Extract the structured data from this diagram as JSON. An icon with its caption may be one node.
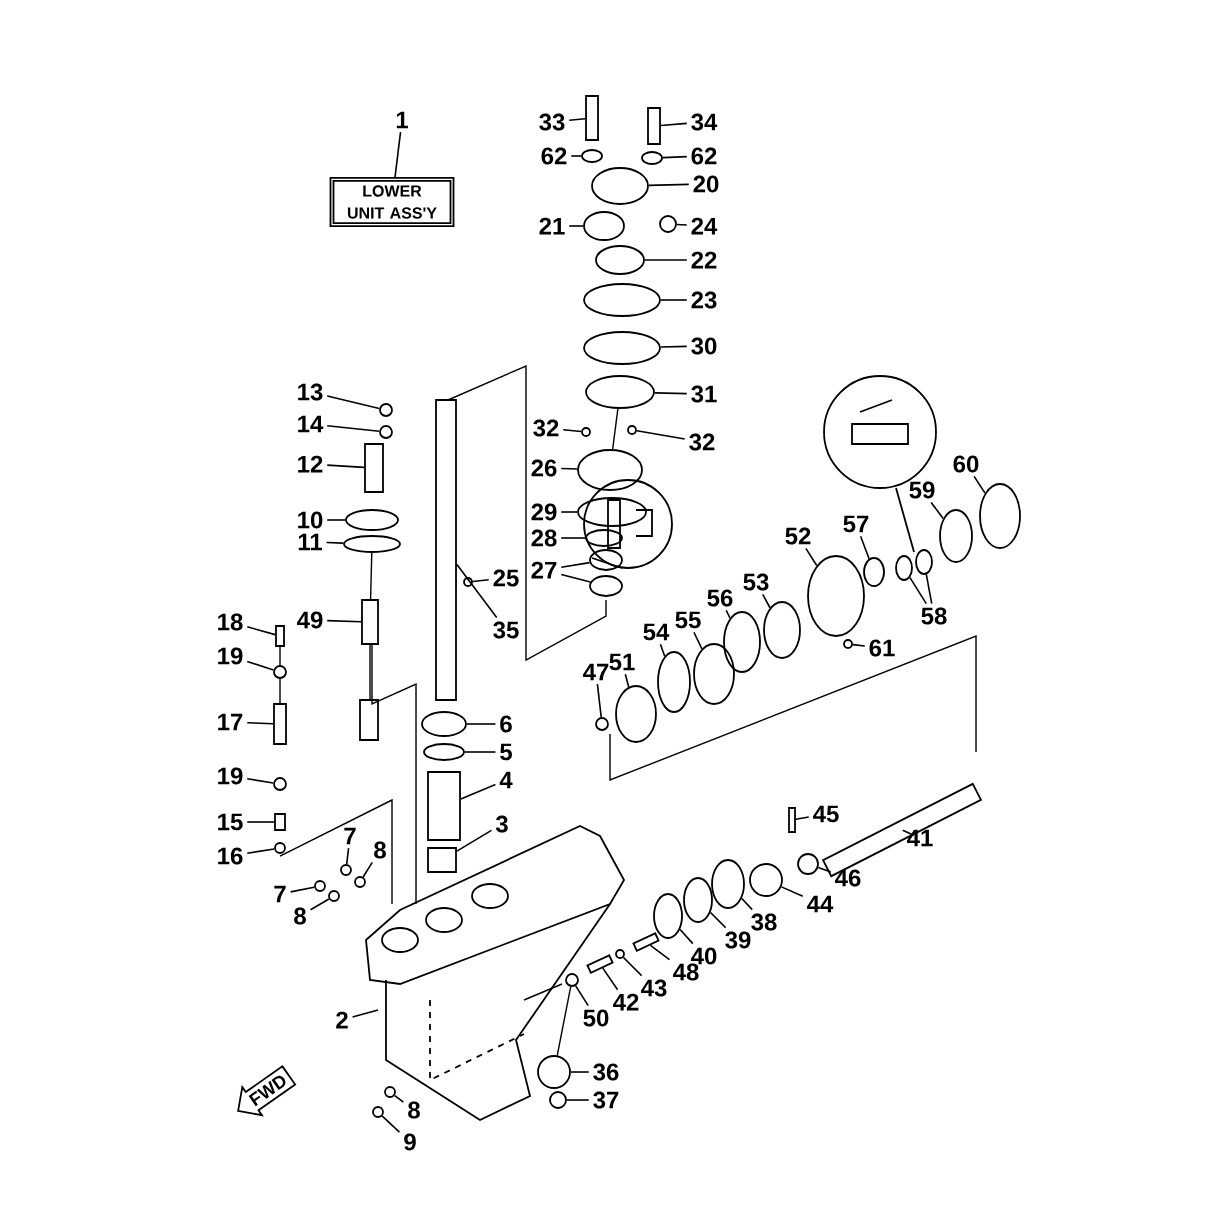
{
  "diagram": {
    "nodes": [
      {
        "text": [
          "1"
        ]
      },
      {
        "text": [
          "LOWER UNIT ASS'Y"
        ]
      },
      {
        "text": [
          "33"
        ]
      },
      {
        "text": [
          "34"
        ]
      },
      {
        "text": [
          "62"
        ]
      },
      {
        "text": [
          "62"
        ]
      },
      {
        "text": [
          "20"
        ]
      },
      {
        "text": [
          "21"
        ]
      },
      {
        "text": [
          "24"
        ]
      },
      {
        "text": [
          "22"
        ]
      },
      {
        "text": [
          "23"
        ]
      },
      {
        "text": [
          "30"
        ]
      },
      {
        "text": [
          "31"
        ]
      },
      {
        "text": [
          "32"
        ]
      },
      {
        "text": [
          "32"
        ]
      },
      {
        "text": [
          "26"
        ]
      },
      {
        "text": [
          "29"
        ]
      },
      {
        "text": [
          "28"
        ]
      },
      {
        "text": [
          "27"
        ]
      },
      {
        "text": [
          "25"
        ]
      },
      {
        "text": [
          "35"
        ]
      },
      {
        "text": [
          "13"
        ]
      },
      {
        "text": [
          "14"
        ]
      },
      {
        "text": [
          "12"
        ]
      },
      {
        "text": [
          "10"
        ]
      },
      {
        "text": [
          "11"
        ]
      },
      {
        "text": [
          "49"
        ]
      },
      {
        "text": [
          "18"
        ]
      },
      {
        "text": [
          "19"
        ]
      },
      {
        "text": [
          "17"
        ]
      },
      {
        "text": [
          "19"
        ]
      },
      {
        "text": [
          "15"
        ]
      },
      {
        "text": [
          "16"
        ]
      },
      {
        "text": [
          "7"
        ]
      },
      {
        "text": [
          "8"
        ]
      },
      {
        "text": [
          "7"
        ]
      },
      {
        "text": [
          "8"
        ]
      },
      {
        "text": [
          "6"
        ]
      },
      {
        "text": [
          "5"
        ]
      },
      {
        "text": [
          "4"
        ]
      },
      {
        "text": [
          "3"
        ]
      },
      {
        "text": [
          "2"
        ]
      },
      {
        "text": [
          "8"
        ]
      },
      {
        "text": [
          "9"
        ]
      },
      {
        "text": [
          "36"
        ]
      },
      {
        "text": [
          "37"
        ]
      },
      {
        "text": [
          "50"
        ]
      },
      {
        "text": [
          "42"
        ]
      },
      {
        "text": [
          "43"
        ]
      },
      {
        "text": [
          "48"
        ]
      },
      {
        "text": [
          "40"
        ]
      },
      {
        "text": [
          "39"
        ]
      },
      {
        "text": [
          "38"
        ]
      },
      {
        "text": [
          "44"
        ]
      },
      {
        "text": [
          "46"
        ]
      },
      {
        "text": [
          "45"
        ]
      },
      {
        "text": [
          "41"
        ]
      },
      {
        "text": [
          "47"
        ]
      },
      {
        "text": [
          "51"
        ]
      },
      {
        "text": [
          "54"
        ]
      },
      {
        "text": [
          "55"
        ]
      },
      {
        "text": [
          "56"
        ]
      },
      {
        "text": [
          "53"
        ]
      },
      {
        "text": [
          "52"
        ]
      },
      {
        "text": [
          "57"
        ]
      },
      {
        "text": [
          "61"
        ]
      },
      {
        "text": [
          "58"
        ]
      },
      {
        "text": [
          "59"
        ]
      },
      {
        "text": [
          "60"
        ]
      },
      {
        "text": [
          "FWD"
        ]
      },
      {
        "text": [],
        "shape": "box"
      },
      {
        "text": [],
        "shape": "box"
      },
      {
        "text": [],
        "shape": "ellipse"
      },
      {
        "text": [],
        "shape": "ellipse"
      },
      {
        "text": [],
        "shape": "ellipse"
      },
      {
        "text": [],
        "shape": "ellipse"
      },
      {
        "text": [],
        "shape": "circle"
      },
      {
        "text": [],
        "shape": "ellipse"
      },
      {
        "text": [],
        "shape": "ellipse"
      },
      {
        "text": [],
        "shape": "ellipse"
      },
      {
        "text": [],
        "shape": "ellipse"
      },
      {
        "text": [],
        "shape": "circle"
      },
      {
        "text": [],
        "shape": "circle"
      },
      {
        "text": [],
        "shape": "ellipse"
      },
      {
        "text": [],
        "shape": "ellipse"
      },
      {
        "text": [],
        "shape": "ellipse"
      },
      {
        "text": [],
        "shape": "ellipse"
      },
      {
        "text": [],
        "shape": "ellipse"
      },
      {
        "text": [],
        "shape": "circle"
      },
      {
        "text": [],
        "shape": "box"
      },
      {
        "text": [],
        "shape": "circle"
      },
      {
        "text": [],
        "shape": "circle"
      },
      {
        "text": [],
        "shape": "box"
      },
      {
        "text": [],
        "shape": "ellipse"
      },
      {
        "text": [],
        "shape": "ellipse"
      },
      {
        "text": [],
        "shape": "box"
      },
      {
        "text": [],
        "shape": "box"
      },
      {
        "text": [],
        "shape": "circle"
      },
      {
        "text": [],
        "shape": "box"
      },
      {
        "text": [],
        "shape": "circle"
      },
      {
        "text": [],
        "shape": "box"
      },
      {
        "text": [],
        "shape": "circle"
      },
      {
        "text": [],
        "shape": "circle"
      },
      {
        "text": [],
        "shape": "circle"
      },
      {
        "text": [],
        "shape": "circle"
      },
      {
        "text": [],
        "shape": "circle"
      },
      {
        "text": [],
        "shape": "ellipse"
      },
      {
        "text": [],
        "shape": "ellipse"
      },
      {
        "text": [],
        "shape": "box"
      },
      {
        "text": [],
        "shape": "box"
      },
      {
        "text": [],
        "shape": "circle"
      },
      {
        "text": [],
        "shape": "circle"
      },
      {
        "text": [],
        "shape": "circle"
      },
      {
        "text": [],
        "shape": "circle"
      },
      {
        "text": [],
        "shape": "circle"
      },
      {
        "text": [],
        "shape": "box"
      },
      {
        "text": [],
        "shape": "circle"
      },
      {
        "text": [],
        "shape": "box"
      },
      {
        "text": [],
        "shape": "ellipse"
      },
      {
        "text": [],
        "shape": "ellipse"
      },
      {
        "text": [],
        "shape": "ellipse"
      },
      {
        "text": [],
        "shape": "circle"
      },
      {
        "text": [],
        "shape": "circle"
      },
      {
        "text": [],
        "shape": "box"
      },
      {
        "text": [],
        "shape": "box"
      },
      {
        "text": [],
        "shape": "circle"
      },
      {
        "text": [],
        "shape": "ellipse"
      },
      {
        "text": [],
        "shape": "ellipse"
      },
      {
        "text": [],
        "shape": "ellipse"
      },
      {
        "text": [],
        "shape": "ellipse"
      },
      {
        "text": [],
        "shape": "ellipse"
      },
      {
        "text": [],
        "shape": "ellipse"
      },
      {
        "text": [],
        "shape": "ellipse"
      },
      {
        "text": [],
        "shape": "circle"
      },
      {
        "text": [],
        "shape": "ellipse"
      },
      {
        "text": [],
        "shape": "ellipse"
      },
      {
        "text": [],
        "shape": "ellipse"
      },
      {
        "text": [],
        "shape": "ellipse"
      }
    ],
    "edges": [
      {
        "from": 0,
        "to": 1,
        "arrow": "none"
      },
      {
        "from": 2,
        "to": 70,
        "arrow": "none"
      },
      {
        "from": 3,
        "to": 71,
        "arrow": "none"
      },
      {
        "from": 4,
        "to": 72,
        "arrow": "none"
      },
      {
        "from": 5,
        "to": 73,
        "arrow": "none"
      },
      {
        "from": 6,
        "to": 74,
        "arrow": "none"
      },
      {
        "from": 7,
        "to": 75,
        "arrow": "none"
      },
      {
        "from": 8,
        "to": 76,
        "arrow": "none"
      },
      {
        "from": 9,
        "to": 77,
        "arrow": "none"
      },
      {
        "from": 10,
        "to": 78,
        "arrow": "none"
      },
      {
        "from": 11,
        "to": 79,
        "arrow": "none"
      },
      {
        "from": 12,
        "to": 80,
        "arrow": "none"
      },
      {
        "from": 13,
        "to": 81,
        "arrow": "none"
      },
      {
        "from": 14,
        "to": 82,
        "arrow": "none"
      },
      {
        "from": 15,
        "to": 83,
        "arrow": "none"
      },
      {
        "from": 16,
        "to": 84,
        "arrow": "none"
      },
      {
        "from": 17,
        "to": 85,
        "arrow": "none"
      },
      {
        "from": 18,
        "to": 86,
        "arrow": "none"
      },
      {
        "from": 18,
        "to": 87,
        "arrow": "none"
      },
      {
        "from": 19,
        "to": 88,
        "arrow": "none"
      },
      {
        "from": 20,
        "to": 89,
        "arrow": "none"
      },
      {
        "from": 21,
        "to": 90,
        "arrow": "none"
      },
      {
        "from": 22,
        "to": 91,
        "arrow": "none"
      },
      {
        "from": 23,
        "to": 92,
        "arrow": "none"
      },
      {
        "from": 24,
        "to": 93,
        "arrow": "none"
      },
      {
        "from": 25,
        "to": 94,
        "arrow": "none"
      },
      {
        "from": 26,
        "to": 95,
        "arrow": "none"
      },
      {
        "from": 27,
        "to": 96,
        "arrow": "none"
      },
      {
        "from": 28,
        "to": 97,
        "arrow": "none"
      },
      {
        "from": 29,
        "to": 98,
        "arrow": "none"
      },
      {
        "from": 30,
        "to": 99,
        "arrow": "none"
      },
      {
        "from": 31,
        "to": 100,
        "arrow": "none"
      },
      {
        "from": 32,
        "to": 101,
        "arrow": "none"
      },
      {
        "from": 33,
        "to": 102,
        "arrow": "none"
      },
      {
        "from": 34,
        "to": 103,
        "arrow": "none"
      },
      {
        "from": 35,
        "to": 104,
        "arrow": "none"
      },
      {
        "from": 36,
        "to": 105,
        "arrow": "none"
      },
      {
        "from": 37,
        "to": 106,
        "arrow": "none"
      },
      {
        "from": 38,
        "to": 107,
        "arrow": "none"
      },
      {
        "from": 39,
        "to": 108,
        "arrow": "none"
      },
      {
        "from": 40,
        "to": 109,
        "arrow": "none"
      },
      {
        "from": 41,
        "to": null,
        "arrow": "none"
      },
      {
        "from": 42,
        "to": 110,
        "arrow": "none"
      },
      {
        "from": 43,
        "to": 111,
        "arrow": "none"
      },
      {
        "from": 44,
        "to": 112,
        "arrow": "none"
      },
      {
        "from": 45,
        "to": 113,
        "arrow": "none"
      },
      {
        "from": 46,
        "to": 114,
        "arrow": "none"
      },
      {
        "from": 47,
        "to": 115,
        "arrow": "none"
      },
      {
        "from": 48,
        "to": 116,
        "arrow": "none"
      },
      {
        "from": 49,
        "to": 117,
        "arrow": "none"
      },
      {
        "from": 50,
        "to": 118,
        "arrow": "none"
      },
      {
        "from": 51,
        "to": 119,
        "arrow": "none"
      },
      {
        "from": 52,
        "to": 120,
        "arrow": "none"
      },
      {
        "from": 53,
        "to": 121,
        "arrow": "none"
      },
      {
        "from": 54,
        "to": 122,
        "arrow": "none"
      },
      {
        "from": 55,
        "to": 123,
        "arrow": "none"
      },
      {
        "from": 56,
        "to": 124,
        "arrow": "none"
      },
      {
        "from": 57,
        "to": 125,
        "arrow": "none"
      },
      {
        "from": 58,
        "to": 126,
        "arrow": "none"
      },
      {
        "from": 59,
        "to": 127,
        "arrow": "none"
      },
      {
        "from": 60,
        "to": 128,
        "arrow": "none"
      },
      {
        "from": 61,
        "to": 129,
        "arrow": "none"
      },
      {
        "from": 62,
        "to": 130,
        "arrow": "none"
      },
      {
        "from": 63,
        "to": 131,
        "arrow": "none"
      },
      {
        "from": 64,
        "to": 132,
        "arrow": "none"
      },
      {
        "from": 65,
        "to": 133,
        "arrow": "none"
      },
      {
        "from": 66,
        "to": 134,
        "arrow": "none"
      },
      {
        "from": 66,
        "to": 135,
        "arrow": "none"
      },
      {
        "from": 67,
        "to": 136,
        "arrow": "none"
      },
      {
        "from": 68,
        "to": 137,
        "arrow": "none"
      },
      {
        "from": 80,
        "to": 83,
        "arrow": "none"
      },
      {
        "from": 94,
        "to": 95,
        "arrow": "none"
      },
      {
        "from": 96,
        "to": 97,
        "arrow": "none"
      },
      {
        "from": 97,
        "to": 98,
        "arrow": "none"
      },
      {
        "from": 112,
        "to": 114,
        "arrow": "none"
      }
    ]
  }
}
